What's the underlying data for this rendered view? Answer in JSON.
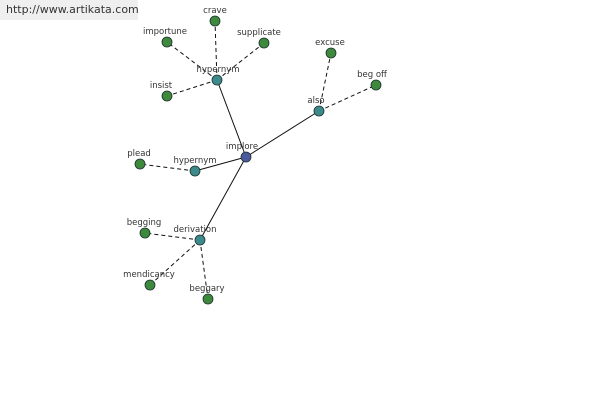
{
  "banner": {
    "url": "http://www.artikata.com"
  },
  "graph": {
    "nodes": [
      {
        "id": "implore",
        "label": "implore",
        "kind": "center"
      },
      {
        "id": "hyp1",
        "label": "hypernym",
        "kind": "relation"
      },
      {
        "id": "also",
        "label": "also",
        "kind": "relation"
      },
      {
        "id": "hyp2",
        "label": "hypernym",
        "kind": "relation"
      },
      {
        "id": "deriv",
        "label": "derivation",
        "kind": "relation"
      },
      {
        "id": "crave",
        "label": "crave",
        "kind": "term"
      },
      {
        "id": "importune",
        "label": "importune",
        "kind": "term"
      },
      {
        "id": "supplicate",
        "label": "supplicate",
        "kind": "term"
      },
      {
        "id": "insist",
        "label": "insist",
        "kind": "term"
      },
      {
        "id": "excuse",
        "label": "excuse",
        "kind": "term"
      },
      {
        "id": "begoff",
        "label": "beg off",
        "kind": "term"
      },
      {
        "id": "plead",
        "label": "plead",
        "kind": "term"
      },
      {
        "id": "begging",
        "label": "begging",
        "kind": "term"
      },
      {
        "id": "mendicancy",
        "label": "mendicancy",
        "kind": "term"
      },
      {
        "id": "beggary",
        "label": "beggary",
        "kind": "term"
      }
    ],
    "edges": [
      {
        "from": "implore",
        "to": "hyp1",
        "style": "solid"
      },
      {
        "from": "implore",
        "to": "also",
        "style": "solid"
      },
      {
        "from": "implore",
        "to": "hyp2",
        "style": "solid"
      },
      {
        "from": "implore",
        "to": "deriv",
        "style": "solid"
      },
      {
        "from": "hyp1",
        "to": "crave",
        "style": "dashed"
      },
      {
        "from": "hyp1",
        "to": "importune",
        "style": "dashed"
      },
      {
        "from": "hyp1",
        "to": "supplicate",
        "style": "dashed"
      },
      {
        "from": "hyp1",
        "to": "insist",
        "style": "dashed"
      },
      {
        "from": "also",
        "to": "excuse",
        "style": "dashed"
      },
      {
        "from": "also",
        "to": "begoff",
        "style": "dashed"
      },
      {
        "from": "hyp2",
        "to": "plead",
        "style": "dashed"
      },
      {
        "from": "deriv",
        "to": "begging",
        "style": "dashed"
      },
      {
        "from": "deriv",
        "to": "mendicancy",
        "style": "dashed"
      },
      {
        "from": "deriv",
        "to": "beggary",
        "style": "dashed"
      }
    ],
    "colors": {
      "center": "#4a5a9a",
      "relation": "#3d8a8a",
      "term": "#3d8a3d",
      "node_stroke": "#1f2f2f",
      "edge": "#111111",
      "label": "#333333",
      "banner_bg": "#efefef"
    }
  }
}
